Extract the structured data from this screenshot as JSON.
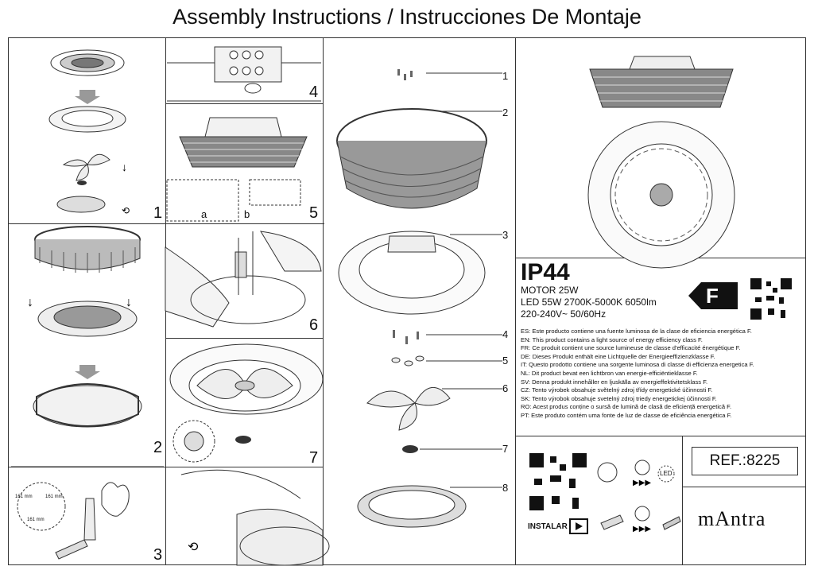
{
  "title": "Assembly Instructions / Instrucciones De Montaje",
  "steps": {
    "s1": "1",
    "s2": "2",
    "s3": "3",
    "s4": "4",
    "s5": "5",
    "s6": "6",
    "s7": "7",
    "s8": "8"
  },
  "substeps": {
    "a": "a",
    "b": "b"
  },
  "measure": {
    "m1": "161 mm",
    "m2": "161 mm",
    "m3": "161 mm"
  },
  "parts": [
    "1",
    "2",
    "3",
    "4",
    "5",
    "6",
    "7",
    "8"
  ],
  "product": {
    "ip": "IP44",
    "motor": "MOTOR 25W",
    "led": "LED 55W 2700K-5000K 6050lm",
    "voltage": "220-240V~ 50/60Hz",
    "energy_class": "F"
  },
  "energy_lines": [
    "ES: Este producto contiene una fuente luminosa de la clase de eficiencia energética F.",
    "EN: This product contains a light source of energy efficiency class F.",
    "FR: Ce produit contient une source lumineuse de classe d'efficacité énergétique F.",
    "DE: Dieses Produkt enthält eine Lichtquelle der Energieeffizienzklasse F.",
    "IT: Questo prodotto contiene una sorgente luminosa di classe di efficienza energetica F.",
    "NL: Dit product bevat een lichtbron van energie-efficiëntieklasse F.",
    "SV: Denna produkt innehåller en ljuskälla av energieffektivitetsklass F.",
    "CZ: Tento výrobek obsahuje světelný zdroj třídy energetické účinnosti F.",
    "SK: Tento výrobok obsahuje svetelný zdroj triedy energetickej účinnosti F.",
    "RO: Acest produs conține o sursă de lumină de clasă de eficiență energetică F.",
    "PT: Este produto contém uma fonte de luz de classe de eficiência energética F."
  ],
  "ref": "REF.:8225",
  "brand": "mAntra",
  "instalar": "INSTALAR",
  "led_icon": "LED",
  "colors": {
    "line": "#333333",
    "badge": "#111111"
  }
}
